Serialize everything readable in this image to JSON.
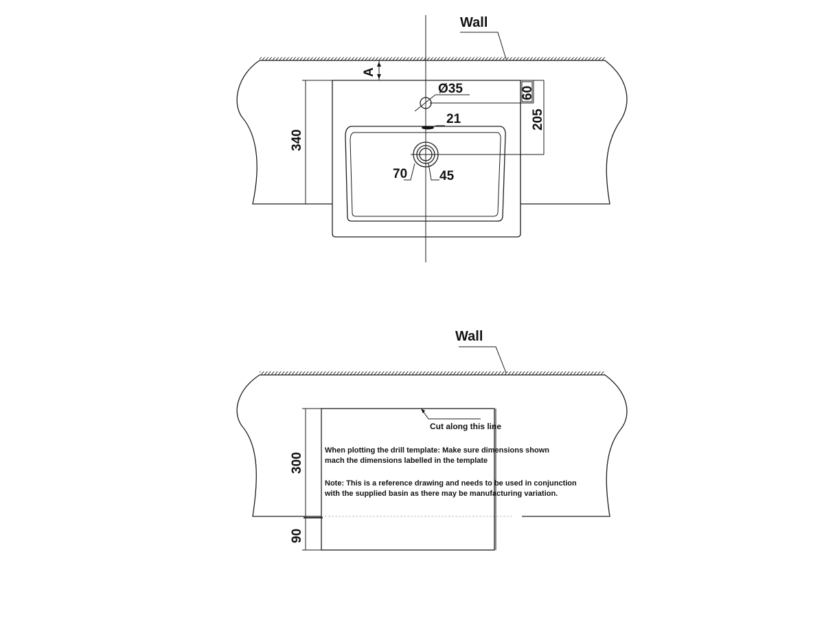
{
  "top_drawing": {
    "wall_label": "Wall",
    "dim_A": "A",
    "dim_tap_hole": "Ø35",
    "dim_60": "60",
    "dim_205": "205",
    "dim_21": "21",
    "dim_340": "340",
    "dim_70": "70",
    "dim_45": "45"
  },
  "bottom_drawing": {
    "wall_label": "Wall",
    "cut_label": "Cut along this line",
    "dim_300": "300",
    "dim_90": "90",
    "note_1_line_1": "When plotting the drill template: Make sure dimensions shown",
    "note_1_line_2": "mach the dimensions labelled in the template",
    "note_2_line_1": "Note: This is a reference drawing and needs to be used in conjunction",
    "note_2_line_2": "with the supplied basin as there may be manufacturing variation."
  }
}
